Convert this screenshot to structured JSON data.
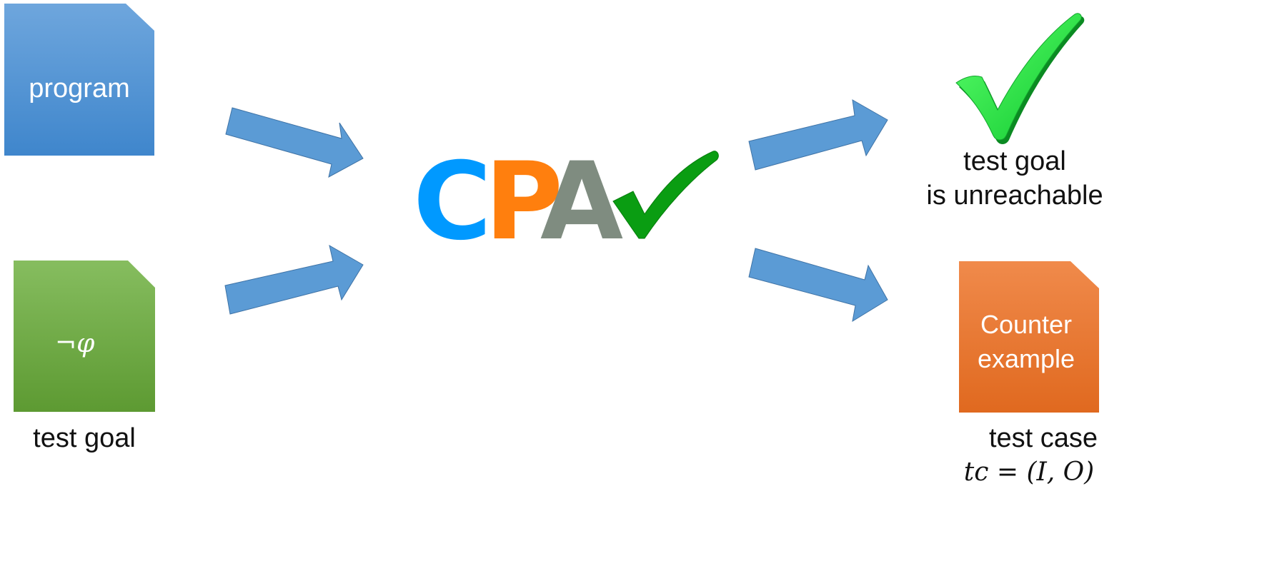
{
  "inputs": {
    "program": {
      "label": "program",
      "color_top": "#6ea6dd",
      "color_bottom": "#3f86cc"
    },
    "property": {
      "label": "¬φ",
      "caption": "test goal",
      "color_top": "#86bd5f",
      "color_bottom": "#5d9a32"
    }
  },
  "logo": {
    "letters": [
      {
        "char": "C",
        "color": "#0099ff"
      },
      {
        "char": "P",
        "color": "#ff7f0e"
      },
      {
        "char": "A",
        "color": "#7f8c80"
      }
    ],
    "check_color": "#0a9d12"
  },
  "outputs": {
    "unreachable": {
      "line1": "test goal",
      "line2": "is unreachable",
      "check_color": "#19e03a"
    },
    "counterexample": {
      "doc_line1": "Counter",
      "doc_line2": "example",
      "caption": "test case",
      "formula": "tc = (I, O)",
      "color_top": "#f08a4b",
      "color_bottom": "#e0691f"
    }
  },
  "arrow_color": "#5b9bd5"
}
